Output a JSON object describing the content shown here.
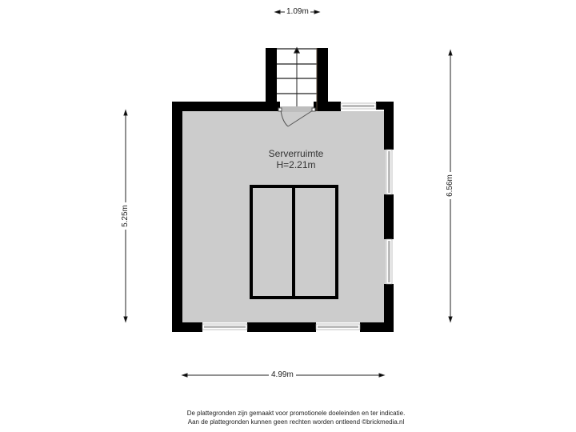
{
  "room": {
    "name": "Serverruimte",
    "height": "H=2.21m"
  },
  "dimensions": {
    "top_width": "1.09m",
    "left_height": "5.25m",
    "right_height": "6.56m",
    "bottom_width": "4.99m"
  },
  "disclaimer": {
    "line1": "De plattegronden zijn gemaakt voor promotionele doeleinden en ter indicatie.",
    "line2": "Aan de plattegronden kunnen geen rechten worden ontleend ©brickmedia.nl"
  },
  "colors": {
    "wall": "#000000",
    "floor": "#cccccc",
    "window": "#bbbbbb",
    "dimension_line": "#222222",
    "background": "#ffffff"
  },
  "elements": {
    "stairs_steps": 4,
    "windows": 5,
    "door": 1,
    "server_rack_sections": 2
  }
}
